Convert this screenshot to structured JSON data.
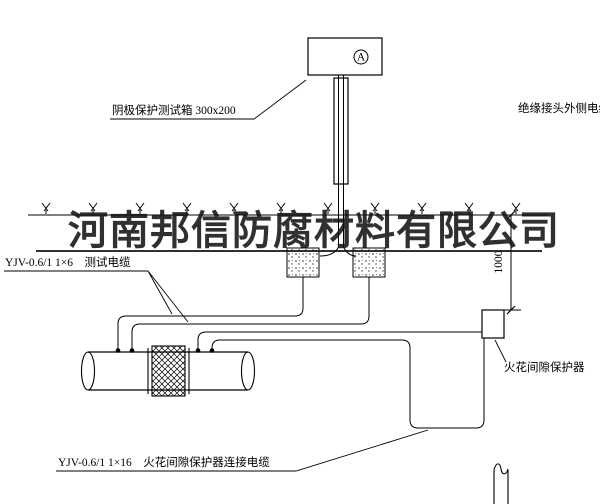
{
  "diagram": {
    "title_watermark": "河南邦信防腐材料有限公司",
    "ammeter": "A",
    "labels": {
      "test_box": "阴极保护测试箱 300x200",
      "outer_cable": "绝缘接头外侧电缆",
      "test_cable": "YJV-0.6/1 1×6　测试电缆",
      "spark_gap": "火花间隙保护器",
      "connection_cable": "YJV-0.6/1 1×16　火花间隙保护器连接电缆",
      "dimension": "1000"
    },
    "colors": {
      "line": "#000000",
      "watermark": "#141414",
      "background": "#ffffff"
    }
  }
}
